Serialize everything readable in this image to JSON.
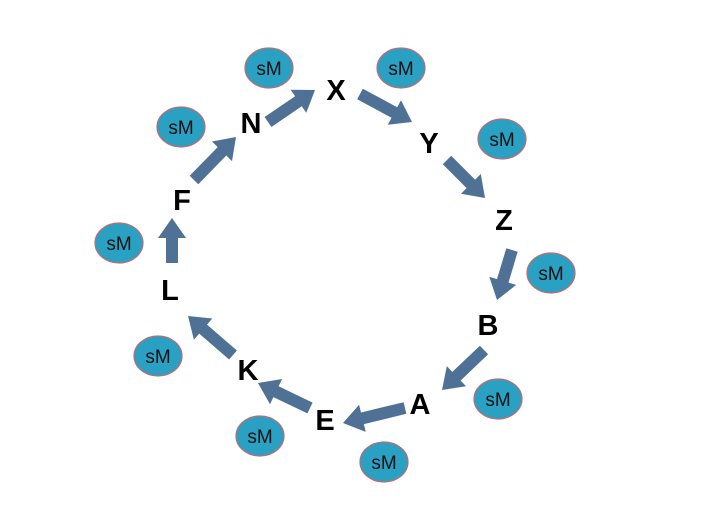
{
  "colors": {
    "arrow": "#4f7196",
    "badge_fill": "#2aa1c3",
    "badge_stroke": "#c06b73",
    "label": "#000000"
  },
  "nodes": [
    {
      "id": "x",
      "label": "X"
    },
    {
      "id": "y",
      "label": "Y"
    },
    {
      "id": "z",
      "label": "Z"
    },
    {
      "id": "b",
      "label": "B"
    },
    {
      "id": "a",
      "label": "A"
    },
    {
      "id": "e",
      "label": "E"
    },
    {
      "id": "k",
      "label": "K"
    },
    {
      "id": "l",
      "label": "L"
    },
    {
      "id": "f",
      "label": "F"
    },
    {
      "id": "n",
      "label": "N"
    }
  ],
  "badges": [
    {
      "id": "x",
      "label": "sM"
    },
    {
      "id": "y",
      "label": "sM"
    },
    {
      "id": "z",
      "label": "sM"
    },
    {
      "id": "b",
      "label": "sM"
    },
    {
      "id": "a",
      "label": "sM"
    },
    {
      "id": "e",
      "label": "sM"
    },
    {
      "id": "k",
      "label": "sM"
    },
    {
      "id": "l",
      "label": "sM"
    },
    {
      "id": "f",
      "label": "sM"
    },
    {
      "id": "n",
      "label": "sM"
    }
  ],
  "arrows": [
    {
      "from": "x",
      "to": "y"
    },
    {
      "from": "y",
      "to": "z"
    },
    {
      "from": "z",
      "to": "b"
    },
    {
      "from": "b",
      "to": "a"
    },
    {
      "from": "a",
      "to": "e"
    },
    {
      "from": "e",
      "to": "k"
    },
    {
      "from": "k",
      "to": "l"
    },
    {
      "from": "l",
      "to": "f"
    },
    {
      "from": "f",
      "to": "n"
    },
    {
      "from": "n",
      "to": "x"
    }
  ]
}
